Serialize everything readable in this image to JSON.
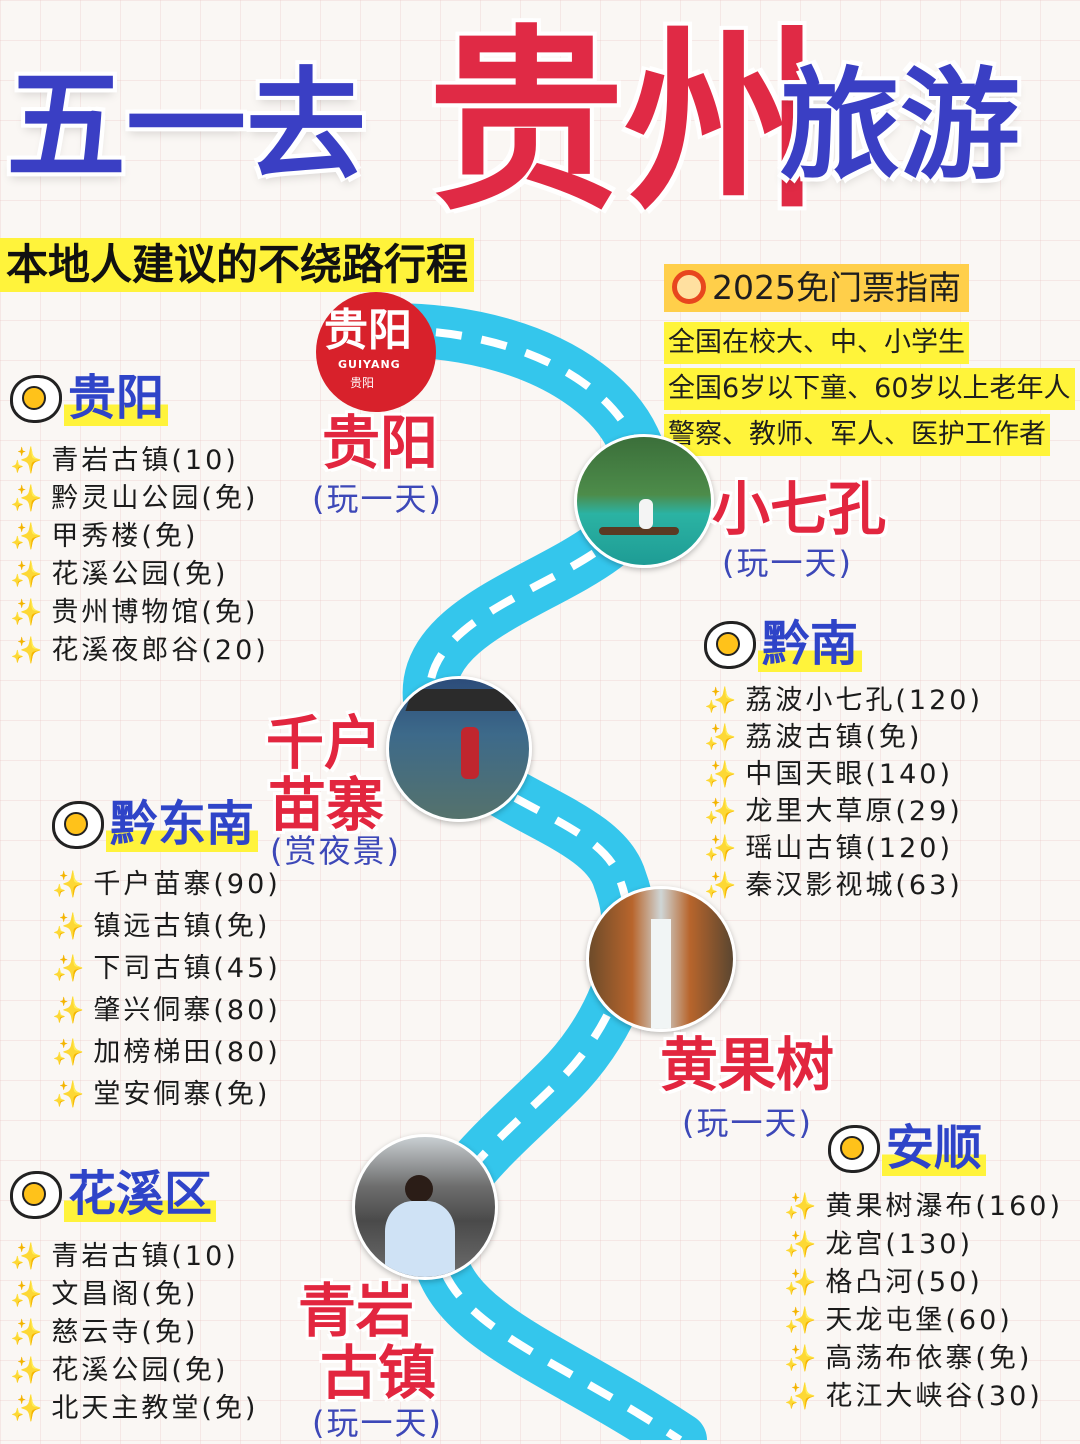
{
  "title": {
    "part1": "五一去",
    "part2": "贵州",
    "part3": "旅游"
  },
  "subtitle": "本地人建议的不绕路行程",
  "ticket_guide": {
    "header": "2025免门票指南",
    "lines": [
      "全国在校大、中、小学生",
      "全国6岁以下童、60岁以上老年人",
      "警察、教师、军人、医护工作者"
    ]
  },
  "badge": {
    "big": "贵阳",
    "small": "GUIYANG",
    "tag": "贵阳"
  },
  "route_stops": [
    {
      "name": "贵阳",
      "note": "(玩一天)"
    },
    {
      "name": "小七孔",
      "note": "(玩一天)"
    },
    {
      "name_line1": "千户",
      "name_line2": "苗寨",
      "note": "(赏夜景)"
    },
    {
      "name": "黄果树",
      "note": "(玩一天)"
    },
    {
      "name_line1": "青岩",
      "name_line2": "古镇",
      "note": "(玩一天)"
    }
  ],
  "sections": {
    "guiyang": {
      "title": "贵阳",
      "items": [
        "青岩古镇(10)",
        "黔灵山公园(免)",
        "甲秀楼(免)",
        "花溪公园(免)",
        "贵州博物馆(免)",
        "花溪夜郎谷(20)"
      ]
    },
    "qiannan": {
      "title": "黔南",
      "items": [
        "荔波小七孔(120)",
        "荔波古镇(免)",
        "中国天眼(140)",
        "龙里大草原(29)",
        "瑶山古镇(120)",
        "秦汉影视城(63)"
      ]
    },
    "qiandongnan": {
      "title": "黔东南",
      "items": [
        "千户苗寨(90)",
        "镇远古镇(免)",
        "下司古镇(45)",
        "肇兴侗寨(80)",
        "加榜梯田(80)",
        "堂安侗寨(免)"
      ]
    },
    "huaxi": {
      "title": "花溪区",
      "items": [
        "青岩古镇(10)",
        "文昌阁(免)",
        "慈云寺(免)",
        "花溪公园(免)",
        "北天主教堂(免)"
      ]
    },
    "anshun": {
      "title": "安顺",
      "items": [
        "黄果树瀑布(160)",
        "龙宫(130)",
        "格凸河(50)",
        "天龙屯堡(60)",
        "高荡布依寨(免)",
        "花江大峡谷(30)"
      ]
    }
  }
}
